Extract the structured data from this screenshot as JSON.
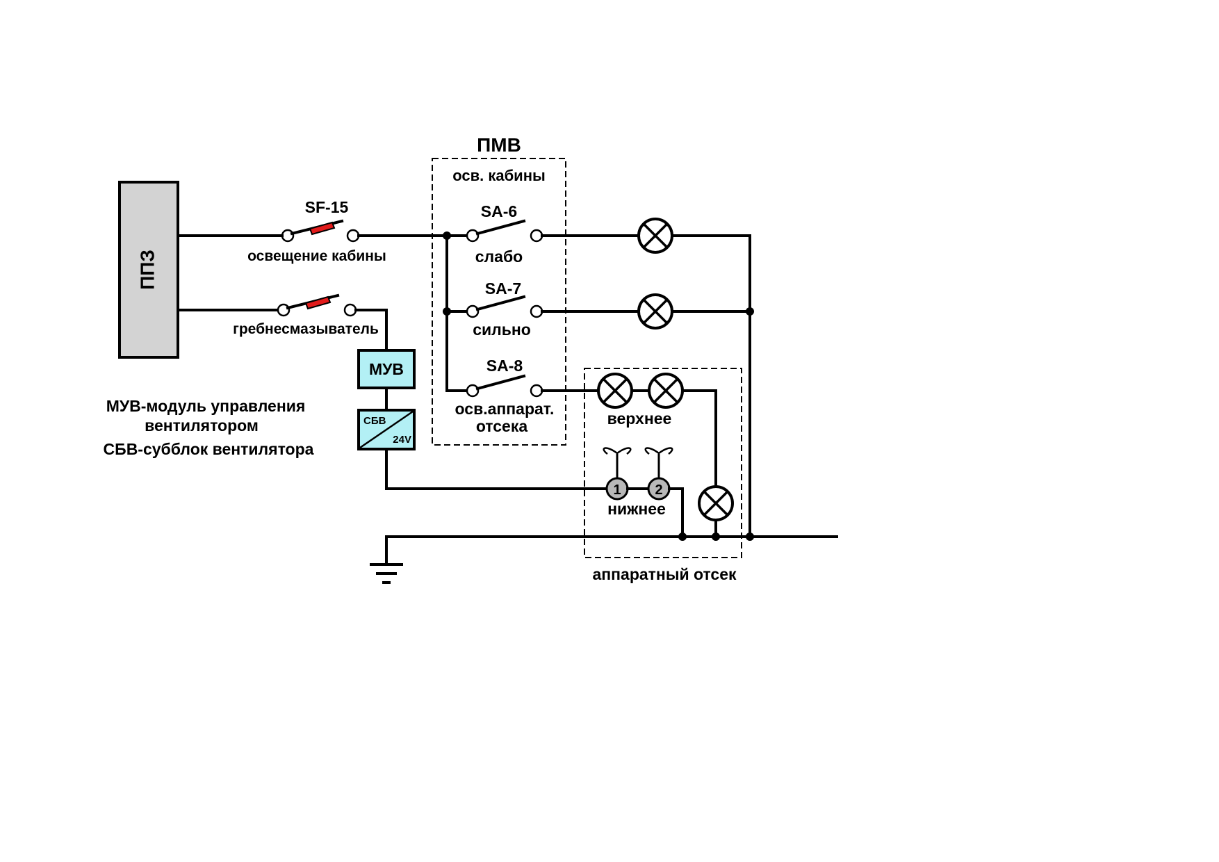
{
  "labels": {
    "ppz": "ППЗ",
    "sf15": "SF-15",
    "osv_kabiny_wire": "освещение кабины",
    "grebne": "гребнесмазыватель",
    "pmv_title": "ПМВ",
    "pmv_sub": "осв. кабины",
    "sa6": "SA-6",
    "sa6_mode": "слабо",
    "sa7": "SA-7",
    "sa7_mode": "сильно",
    "sa8": "SA-8",
    "sa8_line1": "осв.аппарат.",
    "sa8_line2": "отсека",
    "muv": "МУВ",
    "sbv": "СБВ",
    "sbv_v": "24V",
    "verhnee": "верхнее",
    "nizhnee": "нижнее",
    "fan1": "1",
    "fan2": "2",
    "apparatny": "аппаратный отсек",
    "legend1a": "МУВ-модуль управления",
    "legend1b": "вентилятором",
    "legend2": "СБВ-субблок вентилятора"
  },
  "colors": {
    "ppz_fill": "#d3d3d3",
    "fuse": "#e21b1b",
    "module_fill": "#b3f0f5",
    "fan_fill": "#b8b8b8"
  }
}
